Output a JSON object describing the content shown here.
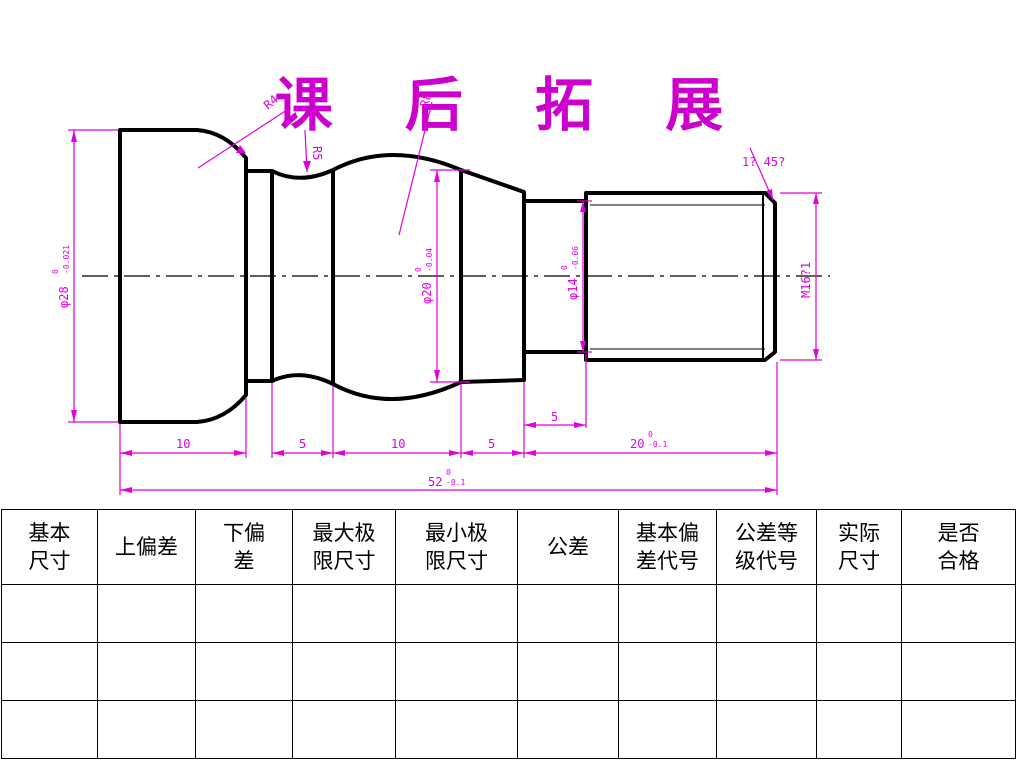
{
  "title": "课 后 拓 展",
  "drawing": {
    "dimensions": {
      "dia28": "φ28",
      "dia28_tol_upper": "0",
      "dia28_tol_lower": "-0.021",
      "dia20": "φ20",
      "dia20_tol_upper": "0",
      "dia20_tol_lower": "-0.04",
      "dia14": "φ14",
      "dia14_tol_upper": "0",
      "dia14_tol_lower": "-0.06",
      "thread": "M16?1",
      "r4": "R4",
      "r5": "R5",
      "r8": "R8",
      "chamfer": "1? 45?",
      "len10a": "10",
      "len5a": "5",
      "len10b": "10",
      "len5b": "5",
      "len5c": "5",
      "len20": "20",
      "len20_tol_upper": "0",
      "len20_tol_lower": "-0.1",
      "len52": "52",
      "len52_tol_upper": "0",
      "len52_tol_lower": "-0.1"
    }
  },
  "table": {
    "headers": [
      [
        "基本",
        "尺寸"
      ],
      [
        "上偏差"
      ],
      [
        "下偏",
        "差"
      ],
      [
        "最大极",
        "限尺寸"
      ],
      [
        "最小极",
        "限尺寸"
      ],
      [
        "公差"
      ],
      [
        "基本偏",
        "差代号"
      ],
      [
        "公差等",
        "级代号"
      ],
      [
        "实际",
        "尺寸"
      ],
      [
        "是否",
        "合格"
      ]
    ]
  }
}
